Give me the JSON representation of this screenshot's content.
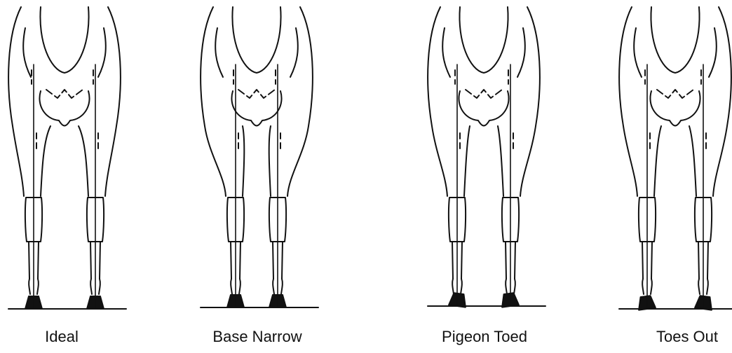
{
  "figures": [
    {
      "label": "Ideal"
    },
    {
      "label": "Base Narrow"
    },
    {
      "label": "Pigeon Toed"
    },
    {
      "label": "Toes Out"
    }
  ],
  "colors": {
    "ink": "#111111",
    "background": "#ffffff"
  }
}
